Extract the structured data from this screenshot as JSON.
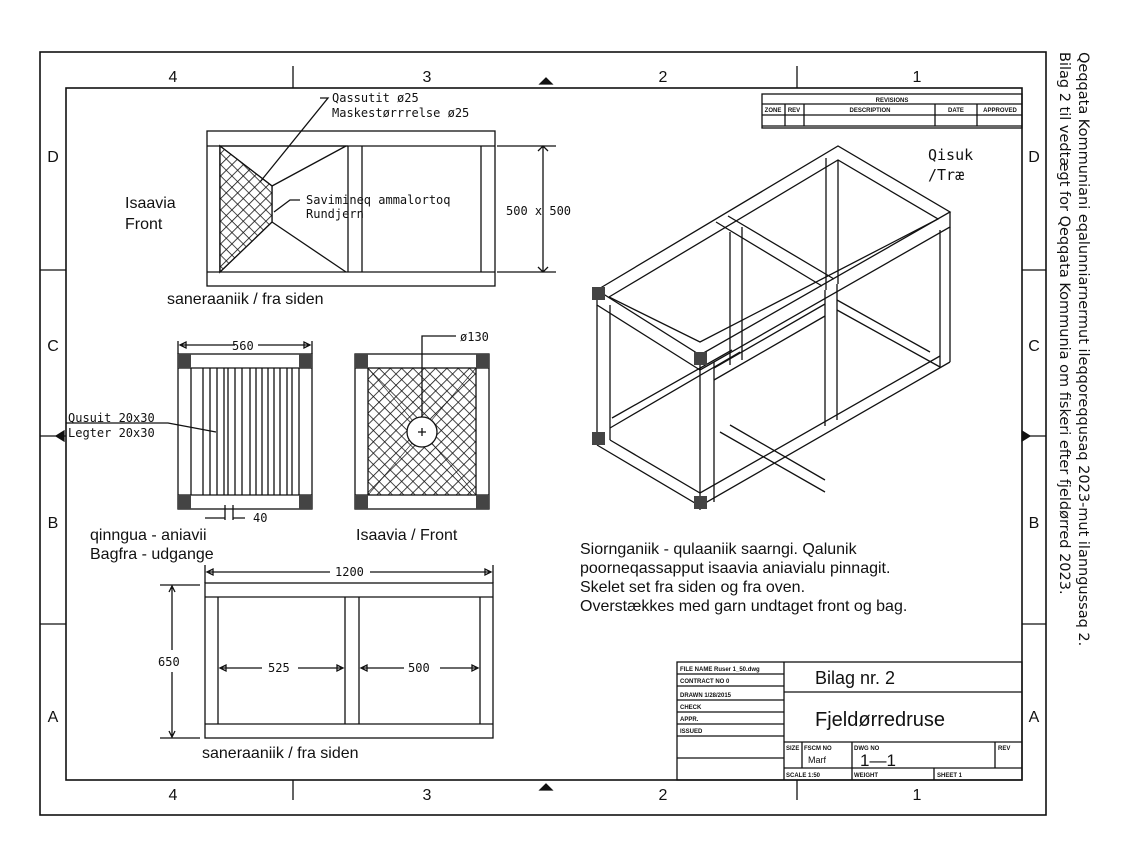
{
  "zones": {
    "columns": [
      "4",
      "3",
      "2",
      "1"
    ],
    "rows": [
      "D",
      "C",
      "B",
      "A"
    ]
  },
  "revisions": {
    "title": "REVISIONS",
    "headers": [
      "ZONE",
      "REV",
      "DESCRIPTION",
      "DATE",
      "APPROVED"
    ]
  },
  "side_view_top": {
    "label_1": "Qassutit ø25",
    "label_2": "Maskestørrrelse ø25",
    "label_3": "Savimineq ammalortoq",
    "label_4": "Rundjern",
    "front_1": "Isaavia",
    "front_2": "Front",
    "dimension": "500 x 500",
    "caption": "saneraaniik / fra siden"
  },
  "back_view": {
    "width_dim": "560",
    "slat_1": "Qusuit 20x30",
    "slat_2": "Legter 20x30",
    "gap_dim": "40",
    "caption_1": "qinngua - aniavii",
    "caption_2": "Bagfra - udgange"
  },
  "front_view": {
    "hole_dim": "ø130",
    "caption": "Isaavia / Front"
  },
  "side_view_bottom": {
    "length_dim": "1200",
    "height_dim": "650",
    "section_1": "525",
    "section_2": "500",
    "caption": "saneraaniik / fra siden"
  },
  "iso_view": {
    "material_1": "Qisuk",
    "material_2": "/Træ"
  },
  "notes": [
    "Siornganiik - qulaaniik saarngi. Qalunik",
    "poorneqassapput isaavia aniavialu pinnagit.",
    "Skelet set fra siden og fra oven.",
    "Overstækkes med garn undtaget front og bag."
  ],
  "title_block": {
    "file_name": "FILE NAME Ruser 1_50.dwg",
    "contract": "CONTRACT NO  0",
    "drawn": "DRAWN 1/28/2015",
    "check": "CHECK",
    "appr": "APPR.",
    "issued": "ISSUED",
    "title": "Bilag nr. 2",
    "name": "Fjeldørredruse",
    "size": "SIZE",
    "fscm_label": "FSCM NO",
    "fscm": "Marf",
    "dwg_label": "DWG NO",
    "dwg": "1—1",
    "rev": "REV",
    "scale": "SCALE 1:50",
    "weight": "WEIGHT",
    "sheet": "SHEET 1"
  },
  "side_note": [
    "Qeqqata Kommuniani eqalunniarnermut ileqqoreqqusaq 2023-mut ilanngussaq 2.",
    "Bilag 2 til vedtægt for Qeqqata Kommunia om fiskeri efter fjeldørred 2023."
  ]
}
